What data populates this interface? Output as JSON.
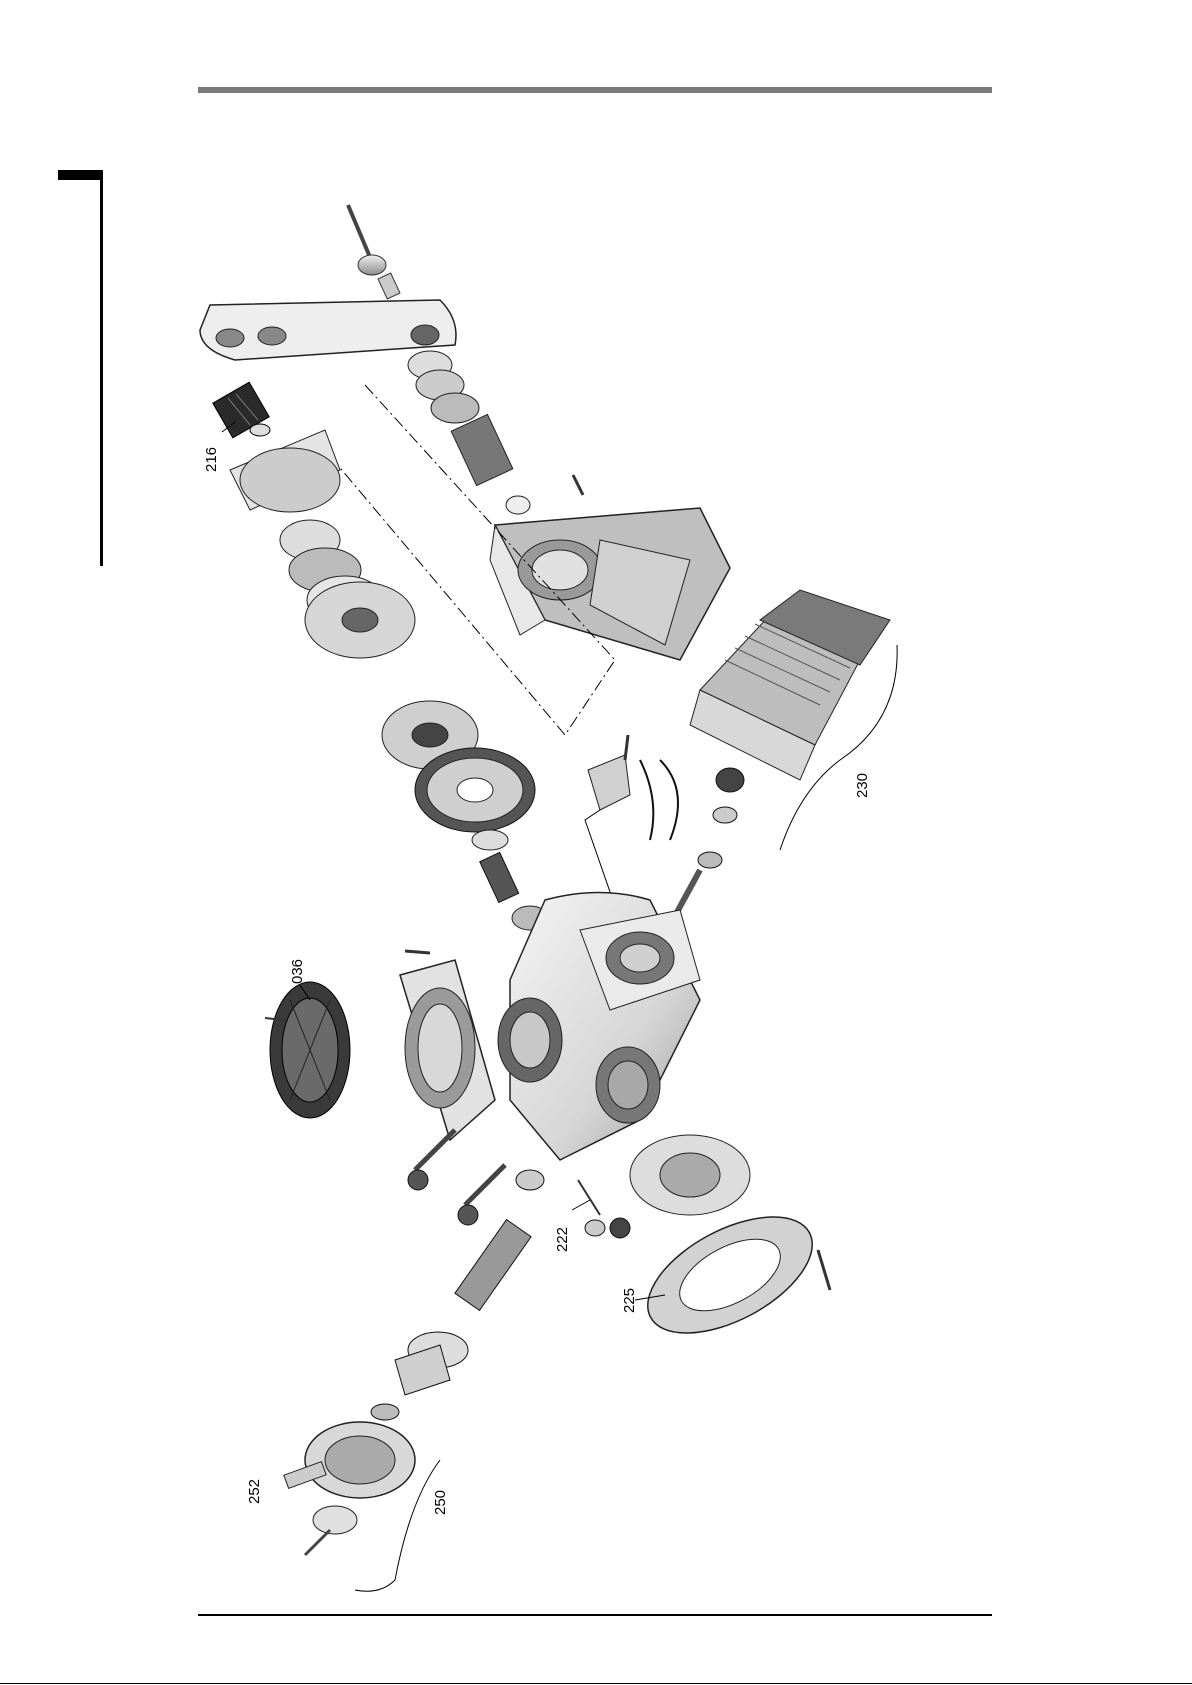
{
  "labels": {
    "l216": "216",
    "l036": "036",
    "l222": "222",
    "l225": "225",
    "l230": "230",
    "l250": "250",
    "l252": "252"
  },
  "colors": {
    "rule_top": "#7a7a7a",
    "line": "#000000",
    "part_fill": "#e6e6e6",
    "part_shade": "#b4b4b4",
    "part_dark": "#5a5a5a"
  }
}
